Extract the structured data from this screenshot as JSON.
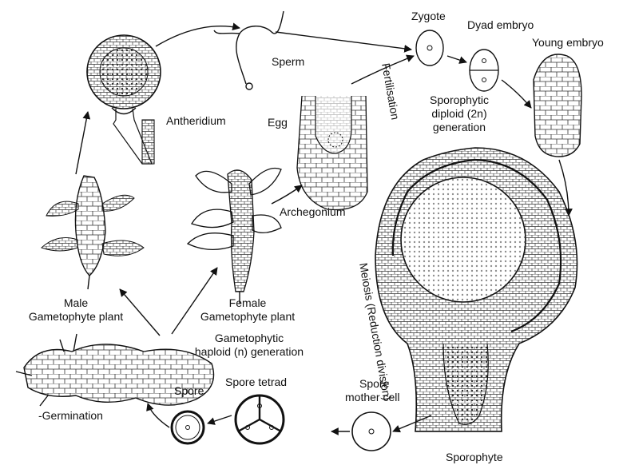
{
  "labels": {
    "zygote": "Zygote",
    "dyad_embryo": "Dyad embryo",
    "young_embryo": "Young embryo",
    "sperm": "Sperm",
    "antheridium": "Antheridium",
    "egg": "Egg",
    "fertilisation": "Fertilisation",
    "sporophytic_line1": "Sporophytic",
    "sporophytic_line2": "diploid (2n)",
    "sporophytic_line3": "generation",
    "archegonium": "Archegonium",
    "male_line1": "Male",
    "male_line2": "Gametophyte plant",
    "female_line1": "Female",
    "female_line2": "Gametophyte plant",
    "gametophytic_line1": "Gametophytic",
    "gametophytic_line2": "haploid (n) generation",
    "meiosis": "Meiosis (Reduction division)",
    "spore": "Spore",
    "spore_tetrad": "Spore tetrad",
    "spore_mother_line1": "Spore",
    "spore_mother_line2": "mother cell",
    "germination": "-Germination",
    "sporophyte": "Sporophyte"
  }
}
